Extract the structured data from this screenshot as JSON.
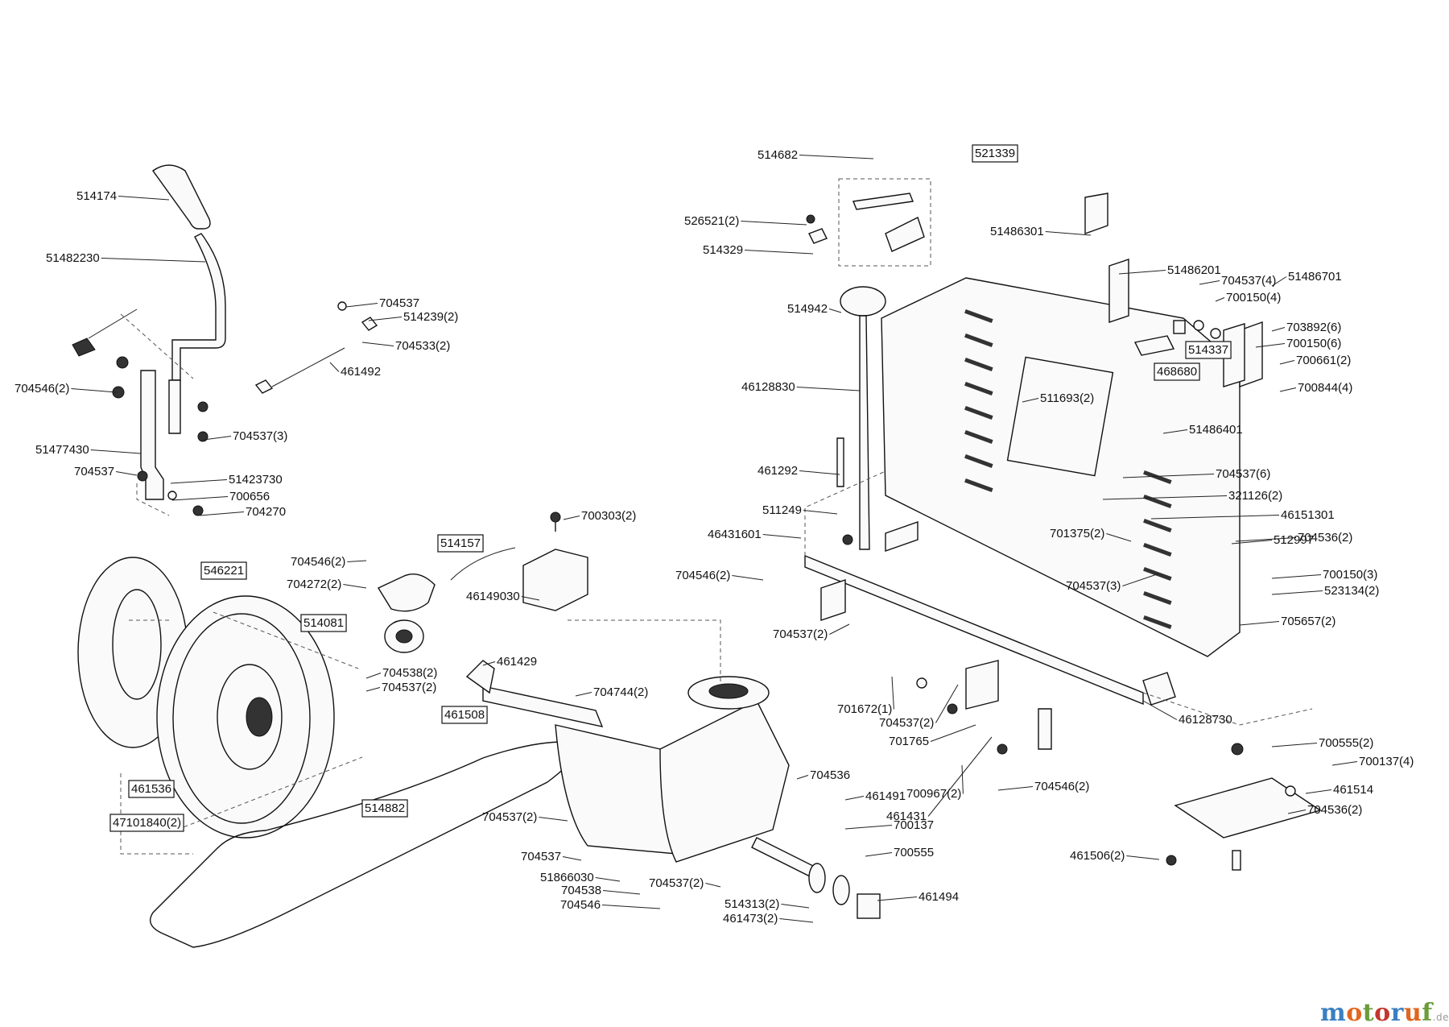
{
  "brand": {
    "parts": [
      "m",
      "o",
      "t",
      "o",
      "r",
      "u",
      "f"
    ],
    "tld": ".de"
  },
  "colors": {
    "ink": "#111111",
    "brand_blue": "#3a7fc1",
    "brand_orange": "#e1661f",
    "brand_green": "#6a9c3a",
    "brand_red": "#c2372d"
  },
  "labels": [
    {
      "text": "514174",
      "boxed": false
    },
    {
      "text": "51482230",
      "boxed": false
    },
    {
      "text": "704537",
      "boxed": false
    },
    {
      "text": "514239(2)",
      "boxed": false
    },
    {
      "text": "704533(2)",
      "boxed": false
    },
    {
      "text": "461492",
      "boxed": false
    },
    {
      "text": "704546(2)",
      "boxed": false
    },
    {
      "text": "704537(3)",
      "boxed": false
    },
    {
      "text": "51477430",
      "boxed": false
    },
    {
      "text": "704537",
      "boxed": false
    },
    {
      "text": "51423730",
      "boxed": false
    },
    {
      "text": "700656",
      "boxed": false
    },
    {
      "text": "704270",
      "boxed": false
    },
    {
      "text": "546221",
      "boxed": true
    },
    {
      "text": "704546(2)",
      "boxed": false
    },
    {
      "text": "704272(2)",
      "boxed": false
    },
    {
      "text": "514081",
      "boxed": true
    },
    {
      "text": "704538(2)",
      "boxed": false
    },
    {
      "text": "704537(2)",
      "boxed": false
    },
    {
      "text": "461429",
      "boxed": false
    },
    {
      "text": "461508",
      "boxed": true
    },
    {
      "text": "461536",
      "boxed": true
    },
    {
      "text": "47101840(2)",
      "boxed": true
    },
    {
      "text": "514882",
      "boxed": true
    },
    {
      "text": "514157",
      "boxed": true
    },
    {
      "text": "700303(2)",
      "boxed": false
    },
    {
      "text": "46149030",
      "boxed": false
    },
    {
      "text": "704744(2)",
      "boxed": false
    },
    {
      "text": "704537(2)",
      "boxed": false
    },
    {
      "text": "704537",
      "boxed": false
    },
    {
      "text": "51866030",
      "boxed": false
    },
    {
      "text": "704538",
      "boxed": false
    },
    {
      "text": "704546",
      "boxed": false
    },
    {
      "text": "704537(2)",
      "boxed": false
    },
    {
      "text": "514313(2)",
      "boxed": false
    },
    {
      "text": "461473(2)",
      "boxed": false
    },
    {
      "text": "461494",
      "boxed": false
    },
    {
      "text": "700555",
      "boxed": false
    },
    {
      "text": "700137",
      "boxed": false
    },
    {
      "text": "461491",
      "boxed": false
    },
    {
      "text": "704536",
      "boxed": false
    },
    {
      "text": "514682",
      "boxed": false
    },
    {
      "text": "521339",
      "boxed": true
    },
    {
      "text": "526521(2)",
      "boxed": false
    },
    {
      "text": "514329",
      "boxed": false
    },
    {
      "text": "514942",
      "boxed": false
    },
    {
      "text": "46128830",
      "boxed": false
    },
    {
      "text": "461292",
      "boxed": false
    },
    {
      "text": "511249",
      "boxed": false
    },
    {
      "text": "46431601",
      "boxed": false
    },
    {
      "text": "704546(2)",
      "boxed": false
    },
    {
      "text": "704537(2)",
      "boxed": false
    },
    {
      "text": "701672(1)",
      "boxed": false
    },
    {
      "text": "704537(2)",
      "boxed": false
    },
    {
      "text": "701765",
      "boxed": false
    },
    {
      "text": "700967(2)",
      "boxed": false
    },
    {
      "text": "461431",
      "boxed": false
    },
    {
      "text": "704546(2)",
      "boxed": false
    },
    {
      "text": "46128730",
      "boxed": false
    },
    {
      "text": "51486301",
      "boxed": false
    },
    {
      "text": "51486201",
      "boxed": false
    },
    {
      "text": "704537(4)",
      "boxed": false
    },
    {
      "text": "51486701",
      "boxed": false
    },
    {
      "text": "700150(4)",
      "boxed": false
    },
    {
      "text": "514337",
      "boxed": true
    },
    {
      "text": "703892(6)",
      "boxed": false
    },
    {
      "text": "700150(6)",
      "boxed": false
    },
    {
      "text": "700661(2)",
      "boxed": false
    },
    {
      "text": "468680",
      "boxed": true
    },
    {
      "text": "700844(4)",
      "boxed": false
    },
    {
      "text": "511693(2)",
      "boxed": false
    },
    {
      "text": "51486401",
      "boxed": false
    },
    {
      "text": "704537(6)",
      "boxed": false
    },
    {
      "text": "321126(2)",
      "boxed": false
    },
    {
      "text": "46151301",
      "boxed": false
    },
    {
      "text": "512997",
      "boxed": false
    },
    {
      "text": "701375(2)",
      "boxed": false
    },
    {
      "text": "704536(2)",
      "boxed": false
    },
    {
      "text": "704537(3)",
      "boxed": false
    },
    {
      "text": "700150(3)",
      "boxed": false
    },
    {
      "text": "523134(2)",
      "boxed": false
    },
    {
      "text": "705657(2)",
      "boxed": false
    },
    {
      "text": "700555(2)",
      "boxed": false
    },
    {
      "text": "700137(4)",
      "boxed": false
    },
    {
      "text": "461514",
      "boxed": false
    },
    {
      "text": "704536(2)",
      "boxed": false
    },
    {
      "text": "461506(2)",
      "boxed": false
    }
  ]
}
